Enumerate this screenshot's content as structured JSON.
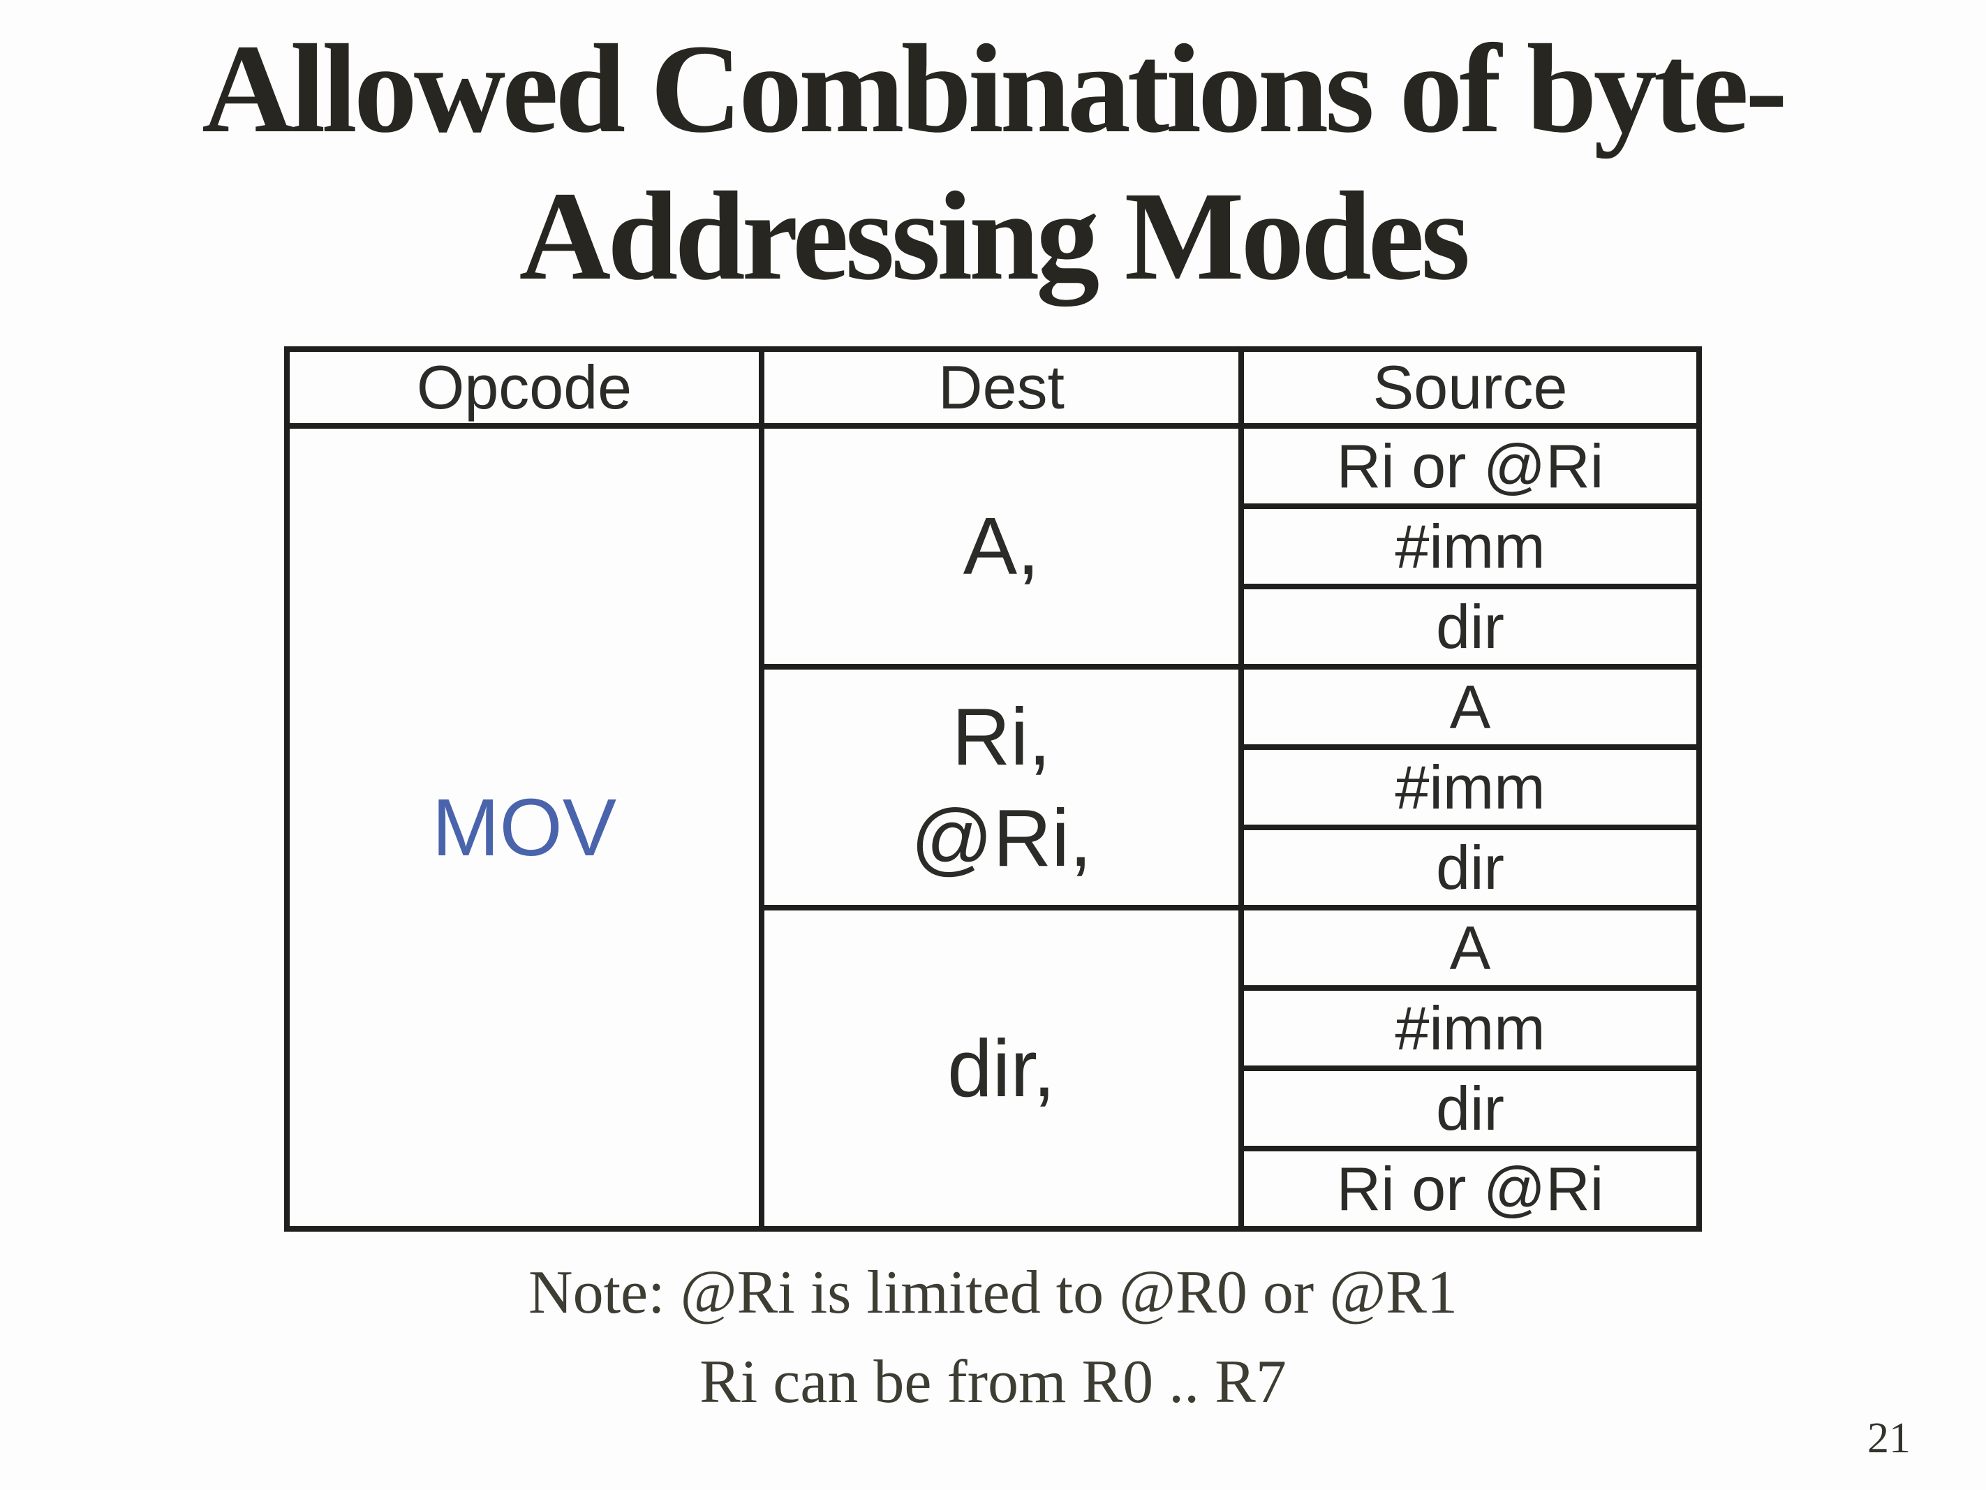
{
  "slide": {
    "title": "Allowed Combinations of byte-\nAddressing Modes",
    "page_number": "21"
  },
  "table": {
    "headers": [
      "Opcode",
      "Dest",
      "Source"
    ],
    "opcode": "MOV",
    "groups": [
      {
        "dest": "A,",
        "sources": [
          "Ri or @Ri",
          "#imm",
          "dir"
        ]
      },
      {
        "dest": "Ri,\n@Ri,",
        "sources": [
          "A",
          "#imm",
          "dir"
        ]
      },
      {
        "dest": "dir,",
        "sources": [
          "A",
          "#imm",
          "dir",
          "Ri or @Ri"
        ]
      }
    ]
  },
  "note": {
    "line1": "Note: @Ri is limited to @R0 or @R1",
    "line2": "Ri can be from R0 .. R7"
  },
  "colors": {
    "opcode_text": "#4a64ac",
    "table_border": "#1f1f1d",
    "background": "#fdfdfd"
  }
}
